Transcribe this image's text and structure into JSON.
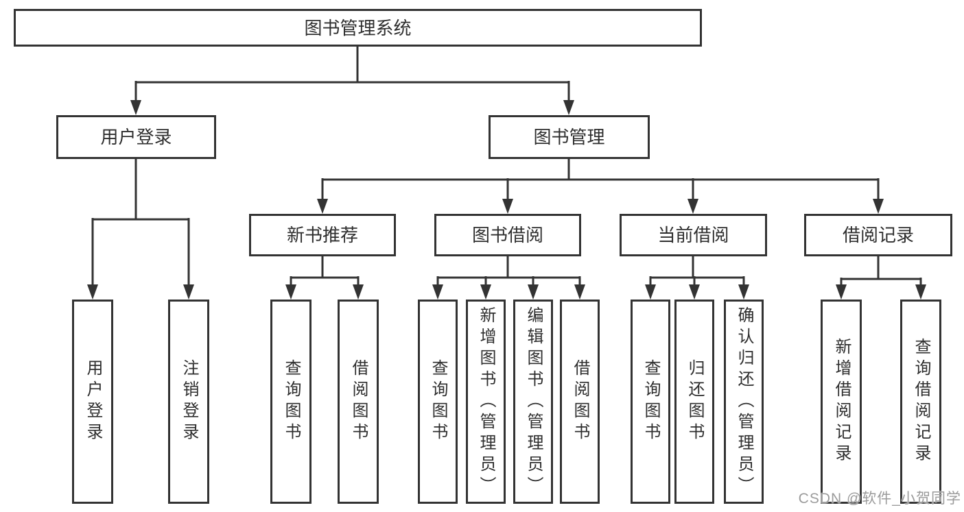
{
  "diagram": {
    "colors": {
      "line": "#333333",
      "box_border": "#333333",
      "box_fill": "#ffffff",
      "text": "#2e2e2e",
      "watermark": "#9b9b9b",
      "background": "#ffffff"
    },
    "watermark": "CSDN @软件_小贺同学",
    "tree": {
      "root": {
        "label": "图书管理系统",
        "children": [
          {
            "label": "用户登录",
            "children": [
              {
                "label": "用户登录"
              },
              {
                "label": "注销登录"
              }
            ]
          },
          {
            "label": "图书管理",
            "children": [
              {
                "label": "新书推荐",
                "children": [
                  {
                    "label": "查询图书"
                  },
                  {
                    "label": "借阅图书"
                  }
                ]
              },
              {
                "label": "图书借阅",
                "children": [
                  {
                    "label": "查询图书"
                  },
                  {
                    "label": "新增图书（管理员）"
                  },
                  {
                    "label": "编辑图书（管理员）"
                  },
                  {
                    "label": "借阅图书"
                  }
                ]
              },
              {
                "label": "当前借阅",
                "children": [
                  {
                    "label": "查询图书"
                  },
                  {
                    "label": "归还图书"
                  },
                  {
                    "label": "确认归还（管理员）"
                  }
                ]
              },
              {
                "label": "借阅记录",
                "children": [
                  {
                    "label": "新增借阅记录"
                  },
                  {
                    "label": "查询借阅记录"
                  }
                ]
              }
            ]
          }
        ]
      }
    }
  }
}
